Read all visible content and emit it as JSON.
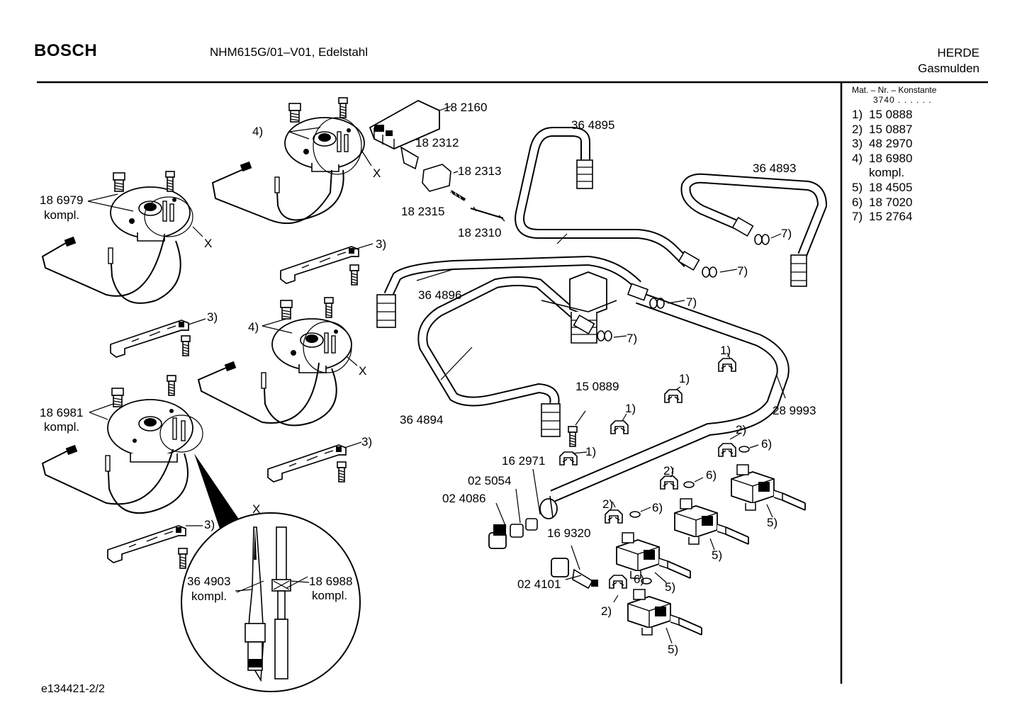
{
  "header": {
    "brand": "BOSCH",
    "model": "NHM615G/01–V01, Edelstahl",
    "category": "HERDE",
    "subcategory": "Gasmulden"
  },
  "footer": {
    "drawing_id": "e134421-2/2"
  },
  "legend": {
    "title": "Mat. – Nr. – Konstante",
    "constant": "3740 . .  . . . .",
    "items": [
      {
        "num": "1)",
        "part": "15 0888"
      },
      {
        "num": "2)",
        "part": "15 0887"
      },
      {
        "num": "3)",
        "part": "48 2970"
      },
      {
        "num": "4)",
        "part": "18 6980"
      },
      {
        "num": "",
        "part": "kompl."
      },
      {
        "num": "5)",
        "part": "18 4505"
      },
      {
        "num": "6)",
        "part": "18 7020"
      },
      {
        "num": "7)",
        "part": "15 2764"
      }
    ]
  },
  "callouts": {
    "p182160": "18 2160",
    "p182312": "18 2312",
    "p182313": "18 2313",
    "p182315": "18 2315",
    "p182310": "18 2310",
    "p364895": "36 4895",
    "p364893": "36 4893",
    "p364896": "36 4896",
    "p364894": "36 4894",
    "p150889": "15 0889",
    "p289993": "28 9993",
    "p162971": "16 2971",
    "p025054": "02 5054",
    "p024086": "02 4086",
    "p169320": "16 9320",
    "p024101": "02 4101",
    "p186979": "18 6979",
    "p186981": "18 6981",
    "p364903": "36 4903",
    "p186988": "18 6988",
    "kompl": "kompl.",
    "r1": "1)",
    "r2": "2)",
    "r3": "3)",
    "r4": "4)",
    "r5": "5)",
    "r6": "6)",
    "r7": "7)",
    "detail": "X"
  }
}
